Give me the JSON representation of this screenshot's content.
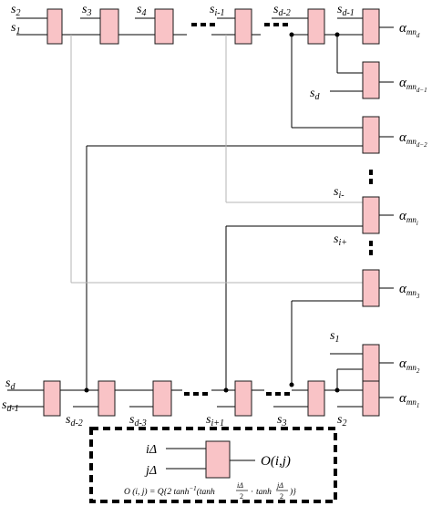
{
  "colors": {
    "node_fill": "#f9c3c6",
    "wire": "#000000",
    "wire_light": "#b5b5b5"
  },
  "top_chain": {
    "input_a": "s",
    "input_a_sub": "2",
    "input_b": "s",
    "input_b_sub": "1",
    "labels": [
      {
        "base": "s",
        "sub": "3"
      },
      {
        "base": "s",
        "sub": "4"
      },
      {
        "base": "s",
        "sub": "i-1"
      },
      {
        "base": "s",
        "sub": "d-2"
      },
      {
        "base": "s",
        "sub": "d-1"
      }
    ]
  },
  "bottom_chain": {
    "input_a": "s",
    "input_a_sub": "d",
    "input_b": "s",
    "input_b_sub": "d-1",
    "labels": [
      {
        "base": "s",
        "sub": "d-2"
      },
      {
        "base": "s",
        "sub": "d-3"
      },
      {
        "base": "s",
        "sub": "i+1"
      },
      {
        "base": "s",
        "sub": "3"
      },
      {
        "base": "s",
        "sub": "2"
      }
    ]
  },
  "outputs": [
    {
      "alpha": "α",
      "sub": "mn",
      "subsub": "d"
    },
    {
      "alpha": "α",
      "sub": "mn",
      "subsub": "d−1"
    },
    {
      "alpha": "α",
      "sub": "mn",
      "subsub": "d−2"
    },
    {
      "alpha": "α",
      "sub": "mn",
      "subsub": "i"
    },
    {
      "alpha": "α",
      "sub": "mn",
      "subsub": "3"
    },
    {
      "alpha": "α",
      "sub": "mn",
      "subsub": "2"
    },
    {
      "alpha": "α",
      "sub": "mn",
      "subsub": "1"
    }
  ],
  "side_inputs": {
    "sd": {
      "base": "s",
      "sub": "d"
    },
    "si_minus": {
      "base": "s",
      "sub": "i-"
    },
    "si_plus": {
      "base": "s",
      "sub": "i+"
    },
    "s1": {
      "base": "s",
      "sub": "1"
    }
  },
  "legend": {
    "input_top": "iΔ",
    "input_bottom": "jΔ",
    "output": "O(i,j)",
    "formula_lhs": "O (i, j) = Q{2 tanh",
    "formula_sup": "−1",
    "formula_mid": "(tanh",
    "frac1_num": "iΔ",
    "frac1_den": "2",
    "dot": "·",
    "formula_tanh2": "tanh",
    "frac2_num": "jΔ",
    "frac2_den": "2",
    "formula_end": ")}"
  }
}
